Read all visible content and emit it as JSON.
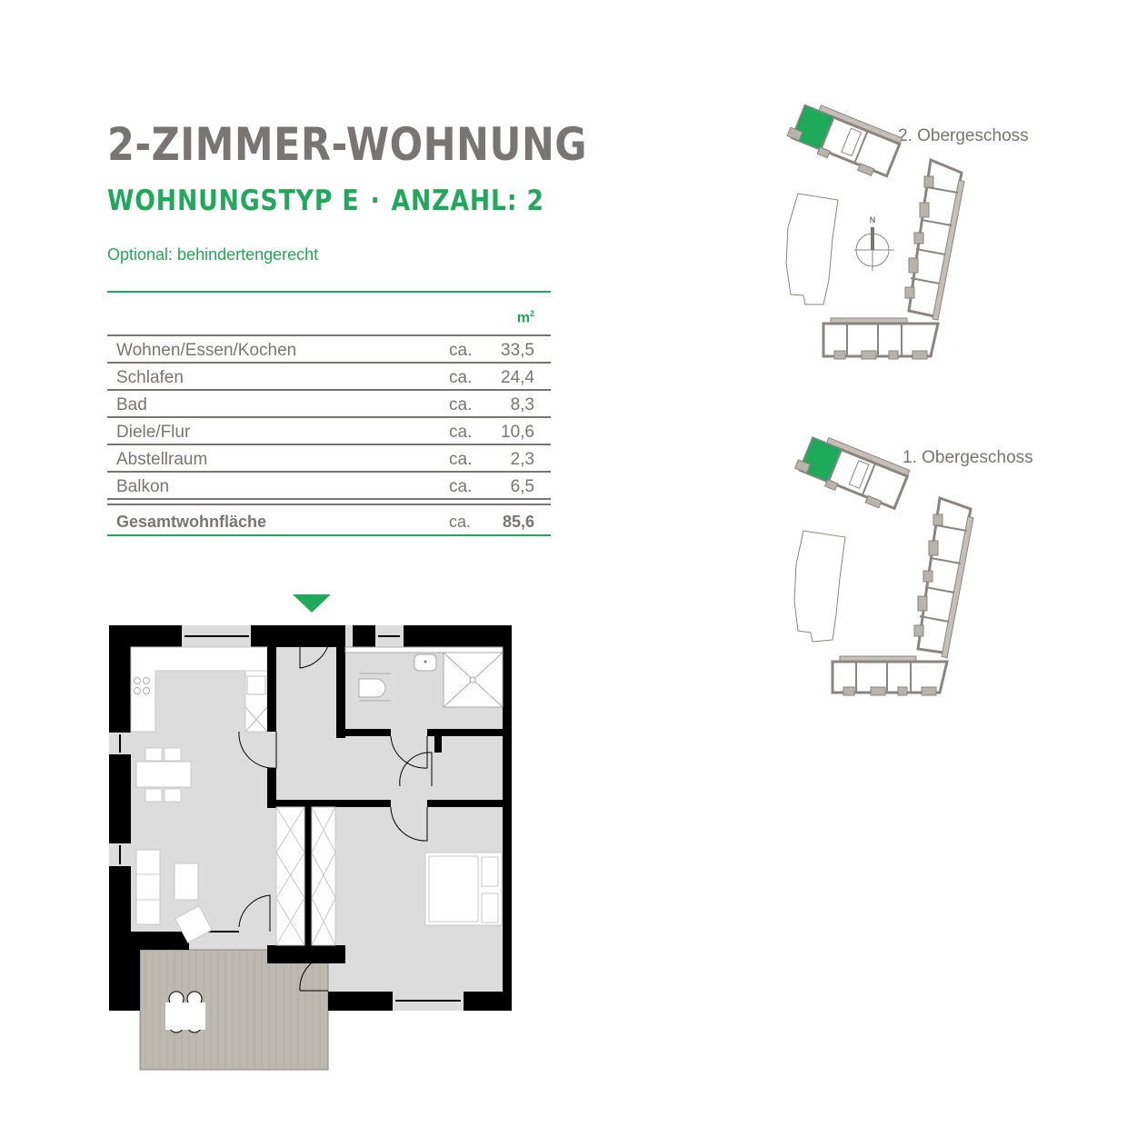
{
  "header": {
    "title": "2-ZIMMER-WOHNUNG",
    "type_label": "WOHNUNGSTYP E",
    "separator": "·",
    "count_label": "ANZAHL: 2",
    "optional_note": "Optional: behindertengerecht"
  },
  "area_table": {
    "unit": "m",
    "unit_sup": "2",
    "rows": [
      {
        "label": "Wohnen/Essen/Kochen",
        "approx": "ca.",
        "value": "33,5"
      },
      {
        "label": "Schlafen",
        "approx": "ca.",
        "value": "24,4"
      },
      {
        "label": "Bad",
        "approx": "ca.",
        "value": "8,3"
      },
      {
        "label": "Diele/Flur",
        "approx": "ca.",
        "value": "10,6"
      },
      {
        "label": "Abstellraum",
        "approx": "ca.",
        "value": "2,3"
      },
      {
        "label": "Balkon",
        "approx": "ca.",
        "value": "6,5"
      }
    ],
    "total": {
      "label": "Gesamtwohnfläche",
      "approx": "ca.",
      "value": "85,6"
    }
  },
  "site_plans": [
    {
      "floor": "2. Obergeschoss",
      "show_compass": true
    },
    {
      "floor": "1. Obergeschoss",
      "show_compass": false
    }
  ],
  "compass": {
    "label": "N"
  },
  "floor_plan": {
    "entrance_marker": "entrance-arrow",
    "rooms": [
      "Wohnen/Essen/Kochen",
      "Schlafen",
      "Bad",
      "Diele/Flur",
      "Abstellraum",
      "Balkon"
    ]
  },
  "colors": {
    "accent_green": "#1fa95a",
    "text_gray": "#797572",
    "floor_gray": "#dcdcdc",
    "wall_black": "#000000",
    "balcony_gray": "#bdb8b1",
    "highlight_unit": "#1fa95a"
  }
}
